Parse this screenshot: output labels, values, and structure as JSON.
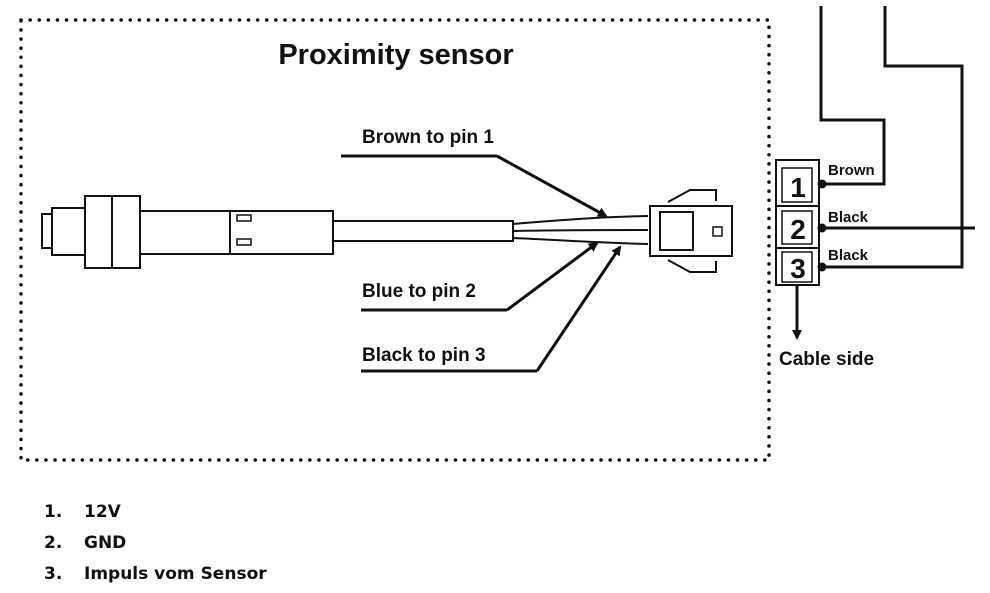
{
  "diagram": {
    "title": "Proximity sensor",
    "callouts": {
      "pin1": "Brown to pin 1",
      "pin2": "Blue to pin 2",
      "pin3": "Black to pin 3"
    },
    "connector": {
      "pins": [
        "1",
        "2",
        "3"
      ],
      "wire_labels": [
        "Brown",
        "Black",
        "Black"
      ],
      "side_label": "Cable side"
    }
  },
  "legend": [
    {
      "num": "1.",
      "text": "12V"
    },
    {
      "num": "2.",
      "text": "GND"
    },
    {
      "num": "3.",
      "text": "Impuls vom Sensor"
    }
  ]
}
